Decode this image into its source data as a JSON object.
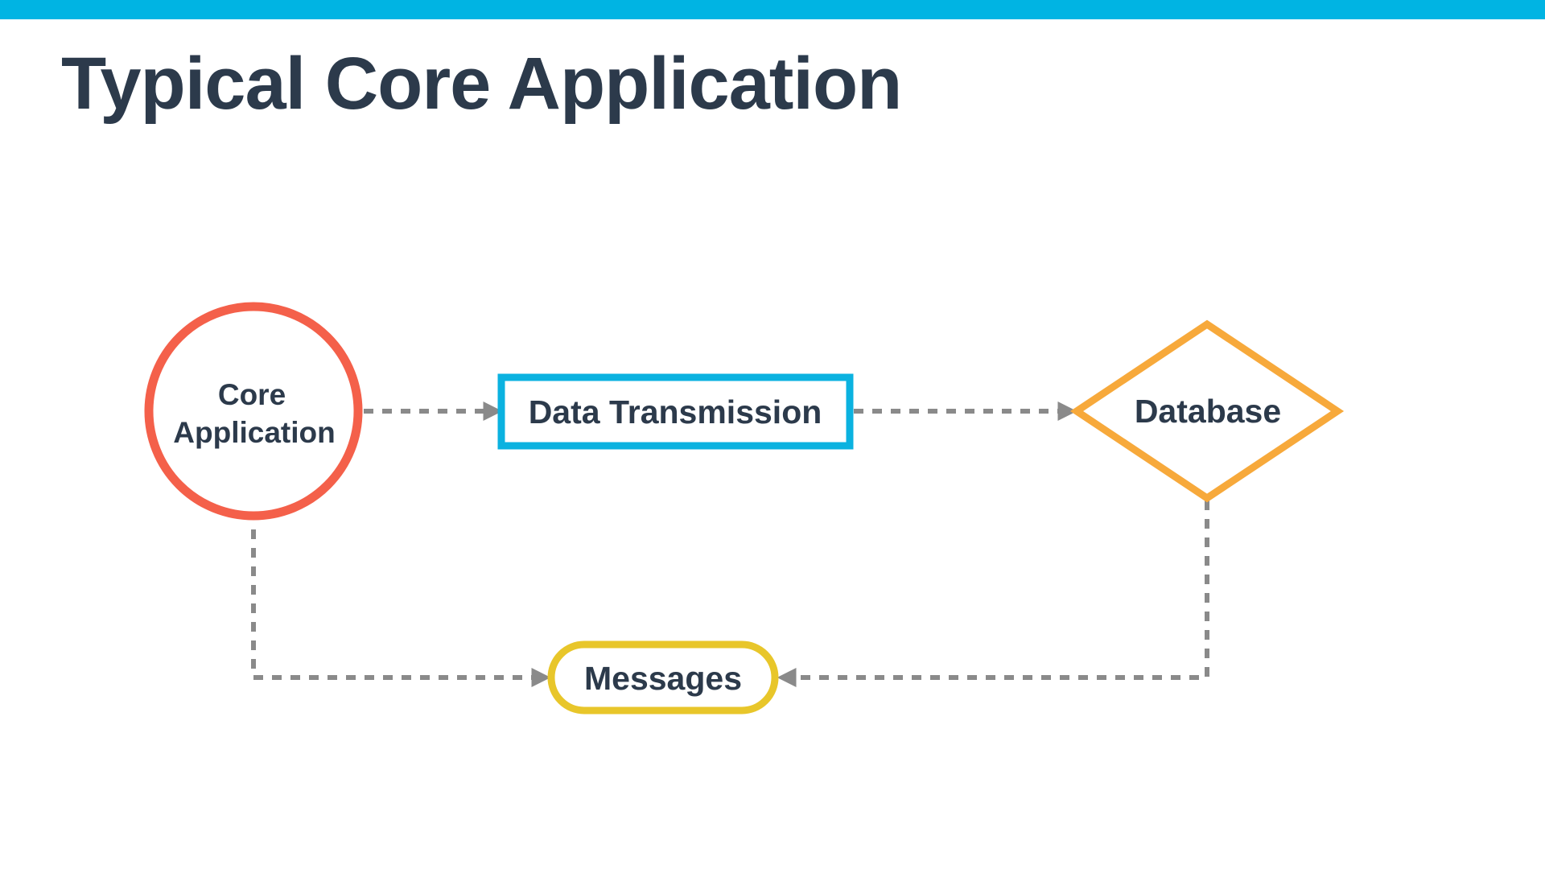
{
  "slide": {
    "title": "Typical Core Application",
    "accent_color": "#00b4e3"
  },
  "colors": {
    "connector": "#8a8a8a",
    "text": "#2c3a4b"
  },
  "diagram": {
    "nodes": {
      "core": {
        "label_line1": "Core",
        "label_line2": "Application",
        "shape": "circle",
        "color": "#f4604a"
      },
      "transmission": {
        "label": "Data Transmission",
        "shape": "rectangle",
        "color": "#0bb2e0"
      },
      "database": {
        "label": "Database",
        "shape": "diamond",
        "color": "#f7a93b"
      },
      "messages": {
        "label": "Messages",
        "shape": "pill",
        "color": "#e8c62a"
      }
    },
    "edges": [
      {
        "from": "Core Application",
        "to": "Data Transmission",
        "style": "dashed-arrow"
      },
      {
        "from": "Data Transmission",
        "to": "Database",
        "style": "dashed-arrow"
      },
      {
        "from": "Core Application",
        "to": "Messages",
        "style": "dashed-arrow"
      },
      {
        "from": "Database",
        "to": "Messages",
        "style": "dashed-arrow"
      }
    ]
  }
}
